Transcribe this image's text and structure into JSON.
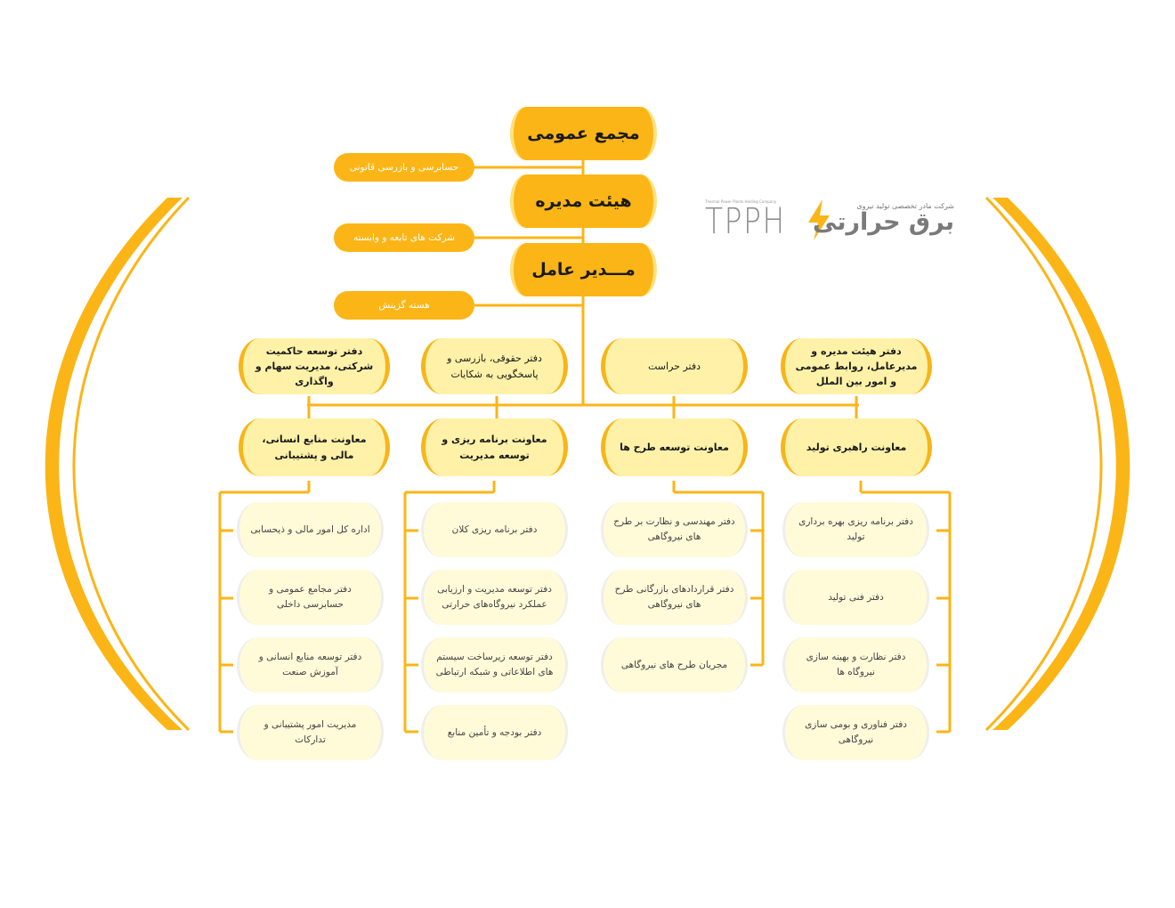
{
  "chart": {
    "top": [
      {
        "id": "assembly",
        "label": "مجمع عمومی"
      },
      {
        "id": "board",
        "label": "هیئت مدیره"
      },
      {
        "id": "ceo",
        "label": "مـــدیر عامل"
      }
    ],
    "side_pills": [
      {
        "id": "audit",
        "label": "حسابرسی و بازرسی قانونی"
      },
      {
        "id": "subsidiaries",
        "label": "شرکت های تابعه و وابسته"
      },
      {
        "id": "selection",
        "label": "هسته گزینش"
      }
    ],
    "offices": [
      {
        "id": "board_office",
        "label": "دفتر هیئت مدیره و مدیرعامل، روابط عمومی و امور بین الملل"
      },
      {
        "id": "security",
        "label": "دفتر حراست"
      },
      {
        "id": "legal",
        "label": "دفتر حقوقی، بازرسی و پاسخگویی به شکایات"
      },
      {
        "id": "governance",
        "label": "دفتر توسعه حاکمیت شرکتی، مدیریت سهام و واگذاری"
      }
    ],
    "deputies": [
      {
        "id": "production",
        "label": "معاونت راهبری تولید",
        "units": [
          {
            "label": "دفتر برنامه ریزی بهره برداری تولید"
          },
          {
            "label": "دفتر فنی تولید"
          },
          {
            "label": "دفتر نظارت و بهینه سازی نیروگاه ها"
          },
          {
            "label": "دفتر فناوری و بومی سازی نیروگاهی"
          }
        ]
      },
      {
        "id": "projects",
        "label": "معاونت توسعه طرح ها",
        "units": [
          {
            "label": "دفتر مهندسی و نظارت بر طرح های نیروگاهی"
          },
          {
            "label": "دفتر قراردادهای بازرگانی طرح های نیروگاهی"
          },
          {
            "label": "مجریان طرح های نیروگاهی"
          }
        ]
      },
      {
        "id": "planning",
        "label": "معاونت برنامه ریزی و توسعه مدیریت",
        "units": [
          {
            "label": "دفتر برنامه ریزی کلان"
          },
          {
            "label": "دفتر توسعه مدیریت و ارزیابی عملکرد نیروگاه‌های حرارتی"
          },
          {
            "label": "دفتر توسعه زیرساخت سیستم های اطلاعاتی و شبکه ارتباطی"
          },
          {
            "label": "دفتر بودجه و تأمین منابع"
          }
        ]
      },
      {
        "id": "hr",
        "label": "معاونت منابع انسانی، مالی و پشتیبانی",
        "units": [
          {
            "label": "اداره کل امور مالی و ذیحسابی"
          },
          {
            "label": "دفتر مجامع عمومی و حسابرسی داخلی"
          },
          {
            "label": "دفتر توسعه منابع انسانی و آموزش صنعت"
          },
          {
            "label": "مدیریت امور پشتیبانی و تدارکات"
          }
        ]
      }
    ]
  },
  "logo": {
    "en_name": "Thermal Power Plants Holding Company",
    "en_abbr": "TPPH",
    "fa_sub": "شرکت مادر تخصصی تولید نیروی",
    "fa_name": "برق حرارتی",
    "icon": "lightning-bolt-icon"
  },
  "colors": {
    "accent": "#fbb516",
    "light": "#fff2a8",
    "pale": "#fffbd9"
  }
}
